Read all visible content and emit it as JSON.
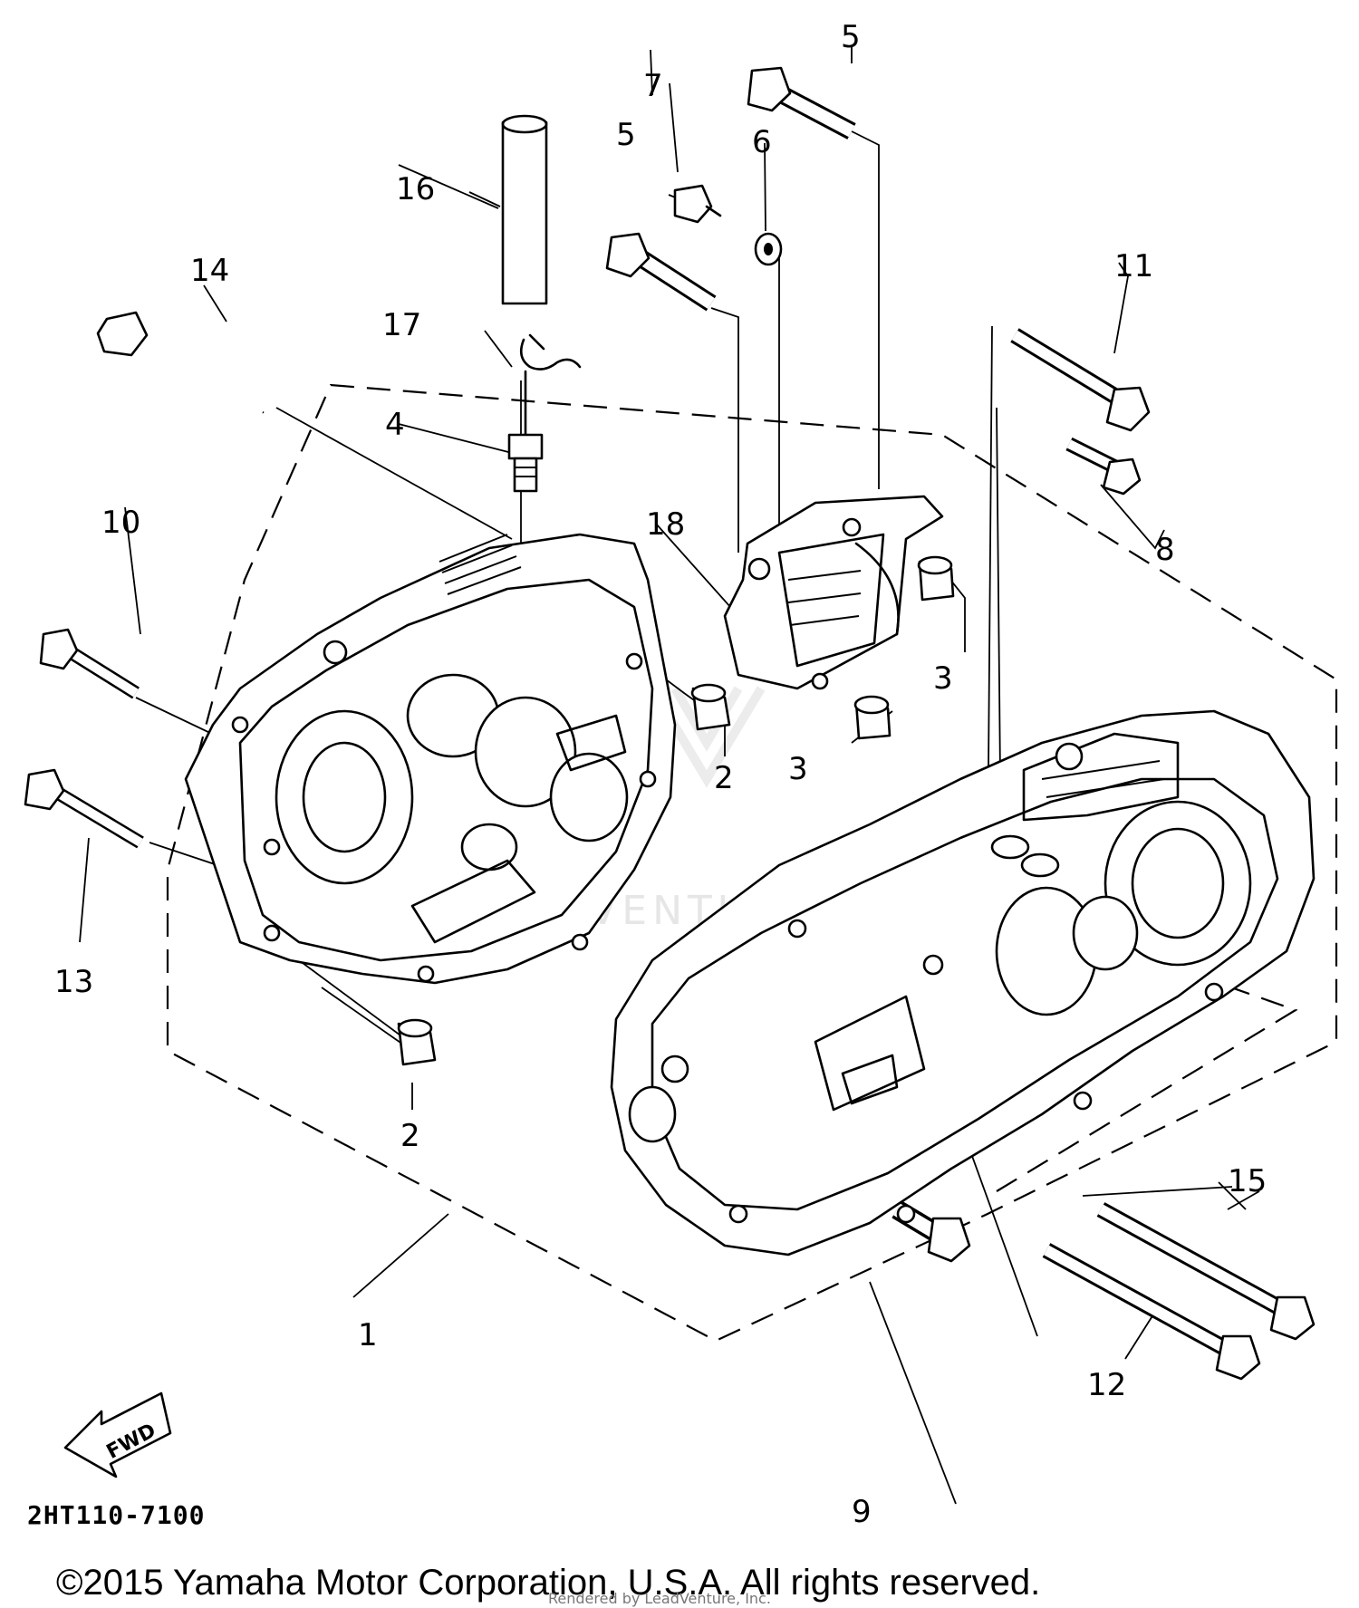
{
  "diagram": {
    "code": "2HT110-7100",
    "fwd_label": "FWD",
    "watermark": "ADVENTURE",
    "rendered_by": "Rendered by LeadVenture, Inc.",
    "copyright": "©2015 Yamaha Motor Corporation, U.S.A. All rights reserved.",
    "callouts": [
      "1",
      "2",
      "2",
      "3",
      "3",
      "4",
      "5",
      "5",
      "6",
      "7",
      "8",
      "9",
      "10",
      "11",
      "12",
      "13",
      "14",
      "15",
      "16",
      "17",
      "18"
    ]
  }
}
